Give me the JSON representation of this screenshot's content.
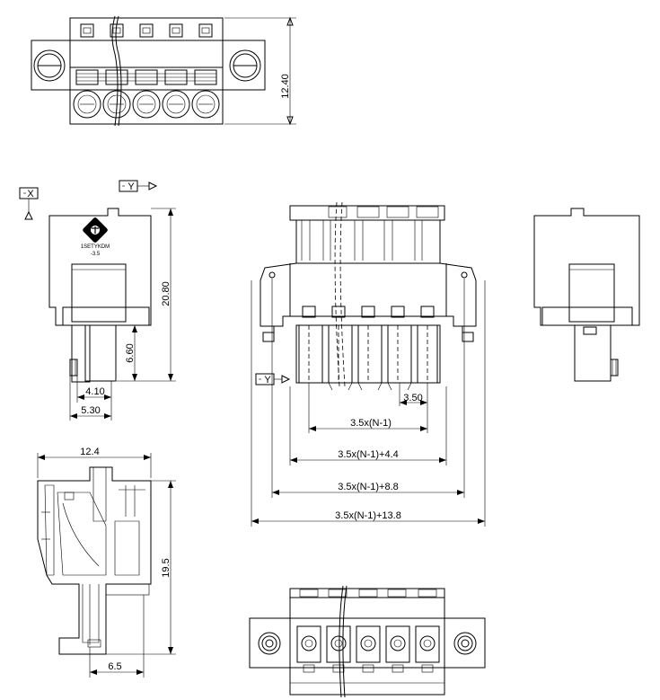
{
  "dimensions": {
    "top_height": "12.40",
    "side_height": "20.80",
    "pin_height": "6.60",
    "offset_a": "4.10",
    "offset_b": "5.30",
    "pitch": "3.50",
    "span_pins": "3.5x(N-1)",
    "span_body": "3.5x(N-1)+4.4",
    "span_flange": "3.5x(N-1)+8.8",
    "span_total": "3.5x(N-1)+13.8",
    "section_width": "12.4",
    "section_height": "19.5",
    "section_base": "6.5"
  },
  "datum": {
    "x": "X",
    "y": "Y"
  },
  "marking": {
    "brand": "1SETYKDM",
    "series": "-3.5"
  }
}
